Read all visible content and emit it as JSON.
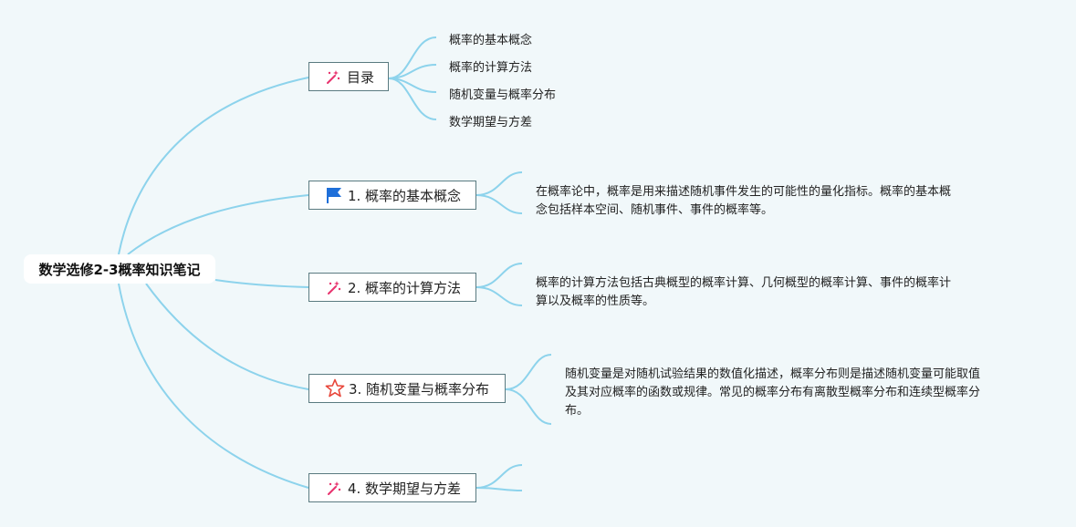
{
  "root": {
    "title": "数学选修2-3概率知识笔记"
  },
  "branches": [
    {
      "label": "目录",
      "icon": "sparkle-wand-icon",
      "children": [
        "概率的基本概念",
        "概率的计算方法",
        "随机变量与概率分布",
        "数学期望与方差"
      ]
    },
    {
      "label": "1. 概率的基本概念",
      "icon": "blue-flag-icon",
      "desc_line1": "在概率论中，概率是用来描述随机事件发生的可能性的量化指标。概率的基本概",
      "desc_line2": "念包括样本空间、随机事件、事件的概率等。"
    },
    {
      "label": "2. 概率的计算方法",
      "icon": "sparkle-wand-icon",
      "desc_line1": "概率的计算方法包括古典概型的概率计算、几何概型的概率计算、事件的概率计",
      "desc_line2": "算以及概率的性质等。"
    },
    {
      "label": "3. 随机变量与概率分布",
      "icon": "star-outline-icon",
      "desc_line1": "随机变量是对随机试验结果的数值化描述，概率分布则是描述随机变量可能取值",
      "desc_line2": "及其对应概率的函数或规律。常见的概率分布有离散型概率分布和连续型概率分",
      "desc_line3": "布。"
    },
    {
      "label": "4. 数学期望与方差",
      "icon": "sparkle-wand-icon"
    }
  ],
  "colors": {
    "connector": "#8dd3ec",
    "background": "#f1f8fa",
    "node_border": "#5a7a80",
    "flag": "#1e6fd9",
    "star": "#e8463a",
    "sparkle": "#e8336e"
  }
}
